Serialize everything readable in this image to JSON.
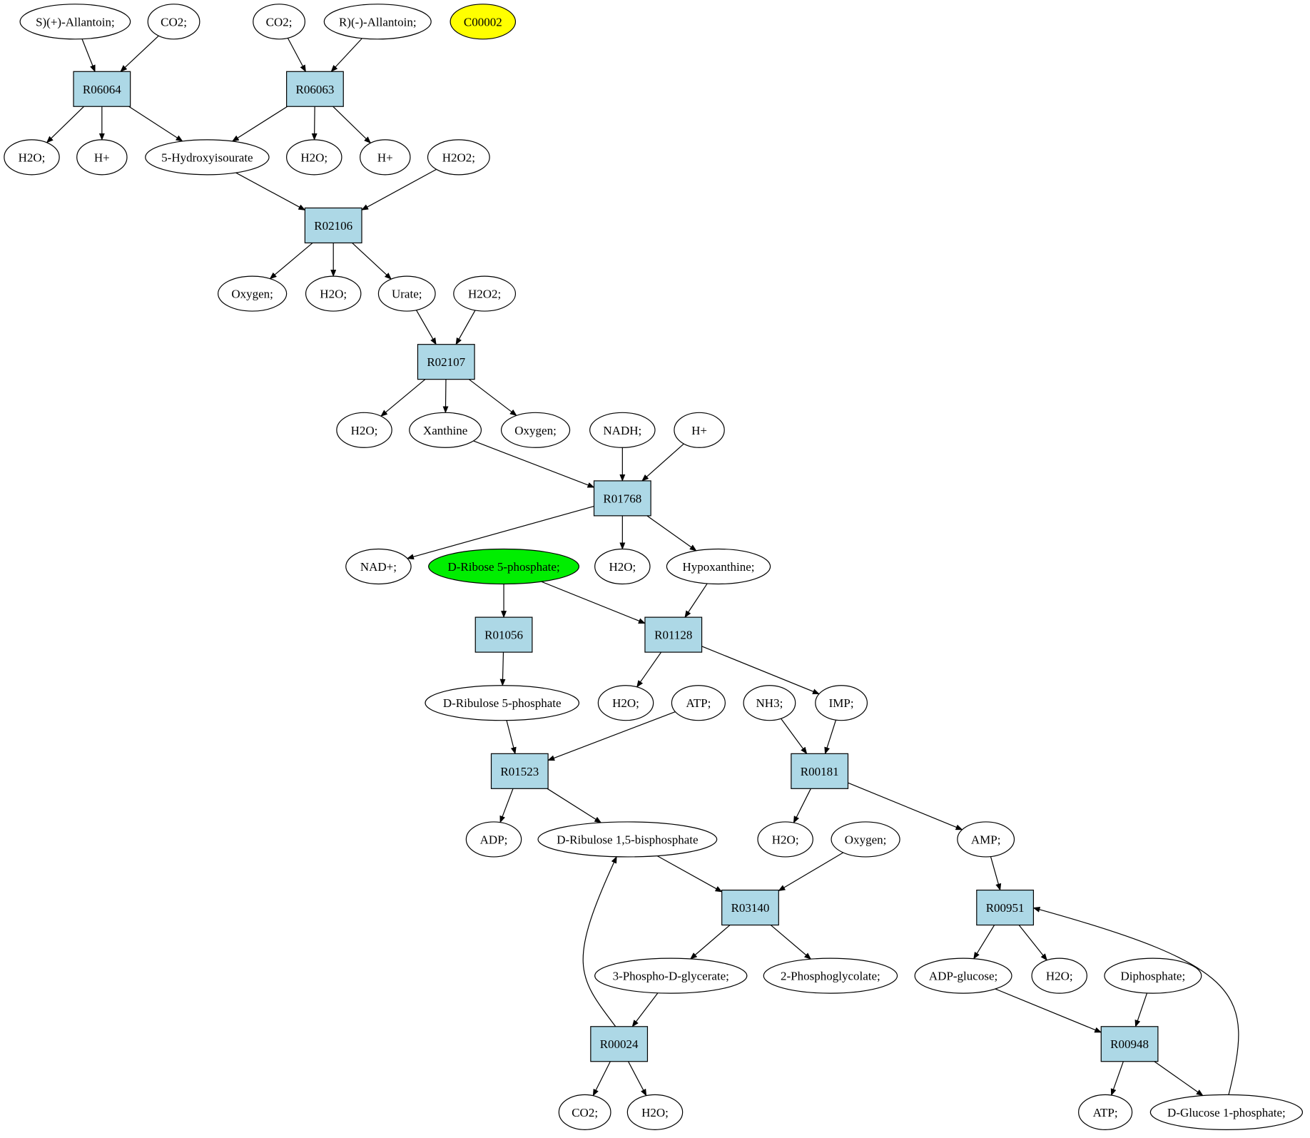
{
  "colors": {
    "reaction_fill": "#add8e6",
    "metabolite_fill": "#ffffff",
    "highlight_yellow": "#ffff00",
    "highlight_green": "#00ee00",
    "edge": "#000000"
  },
  "reactions": [
    {
      "id": "r06064",
      "label": "R06064"
    },
    {
      "id": "r06063",
      "label": "R06063"
    },
    {
      "id": "r02106",
      "label": "R02106"
    },
    {
      "id": "r02107",
      "label": "R02107"
    },
    {
      "id": "r01768",
      "label": "R01768"
    },
    {
      "id": "r01056",
      "label": "R01056"
    },
    {
      "id": "r01128",
      "label": "R01128"
    },
    {
      "id": "r01523",
      "label": "R01523"
    },
    {
      "id": "r00181",
      "label": "R00181"
    },
    {
      "id": "r03140",
      "label": "R03140"
    },
    {
      "id": "r00951",
      "label": "R00951"
    },
    {
      "id": "r00024",
      "label": "R00024"
    },
    {
      "id": "r00948",
      "label": "R00948"
    }
  ],
  "metabolites": [
    {
      "id": "s_allantoin",
      "label": "S)(+)-Allantoin;"
    },
    {
      "id": "co2_a",
      "label": "CO2;"
    },
    {
      "id": "co2_b",
      "label": "CO2;"
    },
    {
      "id": "r_allantoin",
      "label": "R)(-)-Allantoin;"
    },
    {
      "id": "c00002",
      "label": "C00002",
      "highlight": "yellow"
    },
    {
      "id": "h2o_a",
      "label": "H2O;"
    },
    {
      "id": "hplus_a",
      "label": "H+"
    },
    {
      "id": "hydroxyisourate",
      "label": "5-Hydroxyisourate"
    },
    {
      "id": "h2o_b",
      "label": "H2O;"
    },
    {
      "id": "hplus_b",
      "label": "H+"
    },
    {
      "id": "h2o2_a",
      "label": "H2O2;"
    },
    {
      "id": "oxygen_a",
      "label": "Oxygen;"
    },
    {
      "id": "h2o_c",
      "label": "H2O;"
    },
    {
      "id": "urate",
      "label": "Urate;"
    },
    {
      "id": "h2o2_b",
      "label": "H2O2;"
    },
    {
      "id": "h2o_d",
      "label": "H2O;"
    },
    {
      "id": "xanthine",
      "label": "Xanthine"
    },
    {
      "id": "oxygen_b",
      "label": "Oxygen;"
    },
    {
      "id": "nadh",
      "label": "NADH;"
    },
    {
      "id": "hplus_c",
      "label": "H+"
    },
    {
      "id": "nadplus",
      "label": "NAD+;"
    },
    {
      "id": "ribose5p",
      "label": "D-Ribose 5-phosphate;",
      "highlight": "green"
    },
    {
      "id": "h2o_e",
      "label": "H2O;"
    },
    {
      "id": "hypoxanthine",
      "label": "Hypoxanthine;"
    },
    {
      "id": "ribulose5p",
      "label": "D-Ribulose 5-phosphate"
    },
    {
      "id": "h2o_f",
      "label": "H2O;"
    },
    {
      "id": "atp_a",
      "label": "ATP;"
    },
    {
      "id": "nh3",
      "label": "NH3;"
    },
    {
      "id": "imp",
      "label": "IMP;"
    },
    {
      "id": "adp",
      "label": "ADP;"
    },
    {
      "id": "ribulose15bp",
      "label": "D-Ribulose 1,5-bisphosphate"
    },
    {
      "id": "h2o_g",
      "label": "H2O;"
    },
    {
      "id": "oxygen_c",
      "label": "Oxygen;"
    },
    {
      "id": "amp",
      "label": "AMP;"
    },
    {
      "id": "phosphoglycerate",
      "label": "3-Phospho-D-glycerate;"
    },
    {
      "id": "phosphoglycolate",
      "label": "2-Phosphoglycolate;"
    },
    {
      "id": "adpglucose",
      "label": "ADP-glucose;"
    },
    {
      "id": "h2o_h",
      "label": "H2O;"
    },
    {
      "id": "diphosphate",
      "label": "Diphosphate;"
    },
    {
      "id": "co2_c",
      "label": "CO2;"
    },
    {
      "id": "h2o_i",
      "label": "H2O;"
    },
    {
      "id": "atp_b",
      "label": "ATP;"
    },
    {
      "id": "glucose1p",
      "label": "D-Glucose 1-phosphate;"
    }
  ],
  "edges": [
    {
      "from": "s_allantoin",
      "to": "r06064"
    },
    {
      "from": "co2_a",
      "to": "r06064"
    },
    {
      "from": "co2_b",
      "to": "r06063"
    },
    {
      "from": "r_allantoin",
      "to": "r06063"
    },
    {
      "from": "r06064",
      "to": "h2o_a"
    },
    {
      "from": "r06064",
      "to": "hplus_a"
    },
    {
      "from": "r06064",
      "to": "hydroxyisourate"
    },
    {
      "from": "r06063",
      "to": "hydroxyisourate"
    },
    {
      "from": "r06063",
      "to": "h2o_b"
    },
    {
      "from": "r06063",
      "to": "hplus_b"
    },
    {
      "from": "hydroxyisourate",
      "to": "r02106"
    },
    {
      "from": "h2o2_a",
      "to": "r02106"
    },
    {
      "from": "r02106",
      "to": "oxygen_a"
    },
    {
      "from": "r02106",
      "to": "h2o_c"
    },
    {
      "from": "r02106",
      "to": "urate"
    },
    {
      "from": "urate",
      "to": "r02107"
    },
    {
      "from": "h2o2_b",
      "to": "r02107"
    },
    {
      "from": "r02107",
      "to": "h2o_d"
    },
    {
      "from": "r02107",
      "to": "xanthine"
    },
    {
      "from": "r02107",
      "to": "oxygen_b"
    },
    {
      "from": "xanthine",
      "to": "r01768"
    },
    {
      "from": "nadh",
      "to": "r01768"
    },
    {
      "from": "hplus_c",
      "to": "r01768"
    },
    {
      "from": "r01768",
      "to": "nadplus"
    },
    {
      "from": "r01768",
      "to": "h2o_e"
    },
    {
      "from": "r01768",
      "to": "hypoxanthine"
    },
    {
      "from": "ribose5p",
      "to": "r01056"
    },
    {
      "from": "ribose5p",
      "to": "r01128"
    },
    {
      "from": "hypoxanthine",
      "to": "r01128"
    },
    {
      "from": "r01056",
      "to": "ribulose5p"
    },
    {
      "from": "r01128",
      "to": "h2o_f"
    },
    {
      "from": "r01128",
      "to": "imp"
    },
    {
      "from": "ribulose5p",
      "to": "r01523"
    },
    {
      "from": "atp_a",
      "to": "r01523"
    },
    {
      "from": "nh3",
      "to": "r00181"
    },
    {
      "from": "imp",
      "to": "r00181"
    },
    {
      "from": "r01523",
      "to": "adp"
    },
    {
      "from": "r01523",
      "to": "ribulose15bp"
    },
    {
      "from": "r00181",
      "to": "h2o_g"
    },
    {
      "from": "r00181",
      "to": "amp"
    },
    {
      "from": "ribulose15bp",
      "to": "r03140"
    },
    {
      "from": "oxygen_c",
      "to": "r03140"
    },
    {
      "from": "amp",
      "to": "r00951"
    },
    {
      "from": "r03140",
      "to": "phosphoglycerate"
    },
    {
      "from": "r03140",
      "to": "phosphoglycolate"
    },
    {
      "from": "r00951",
      "to": "adpglucose"
    },
    {
      "from": "r00951",
      "to": "h2o_h"
    },
    {
      "from": "phosphoglycerate",
      "to": "r00024"
    },
    {
      "from": "r00024",
      "to": "ribulose15bp",
      "curved": true
    },
    {
      "from": "adpglucose",
      "to": "r00948"
    },
    {
      "from": "diphosphate",
      "to": "r00948"
    },
    {
      "from": "r00024",
      "to": "co2_c"
    },
    {
      "from": "r00024",
      "to": "h2o_i"
    },
    {
      "from": "r00948",
      "to": "atp_b"
    },
    {
      "from": "r00948",
      "to": "glucose1p"
    },
    {
      "from": "glucose1p",
      "to": "r00951",
      "curved": true
    }
  ]
}
